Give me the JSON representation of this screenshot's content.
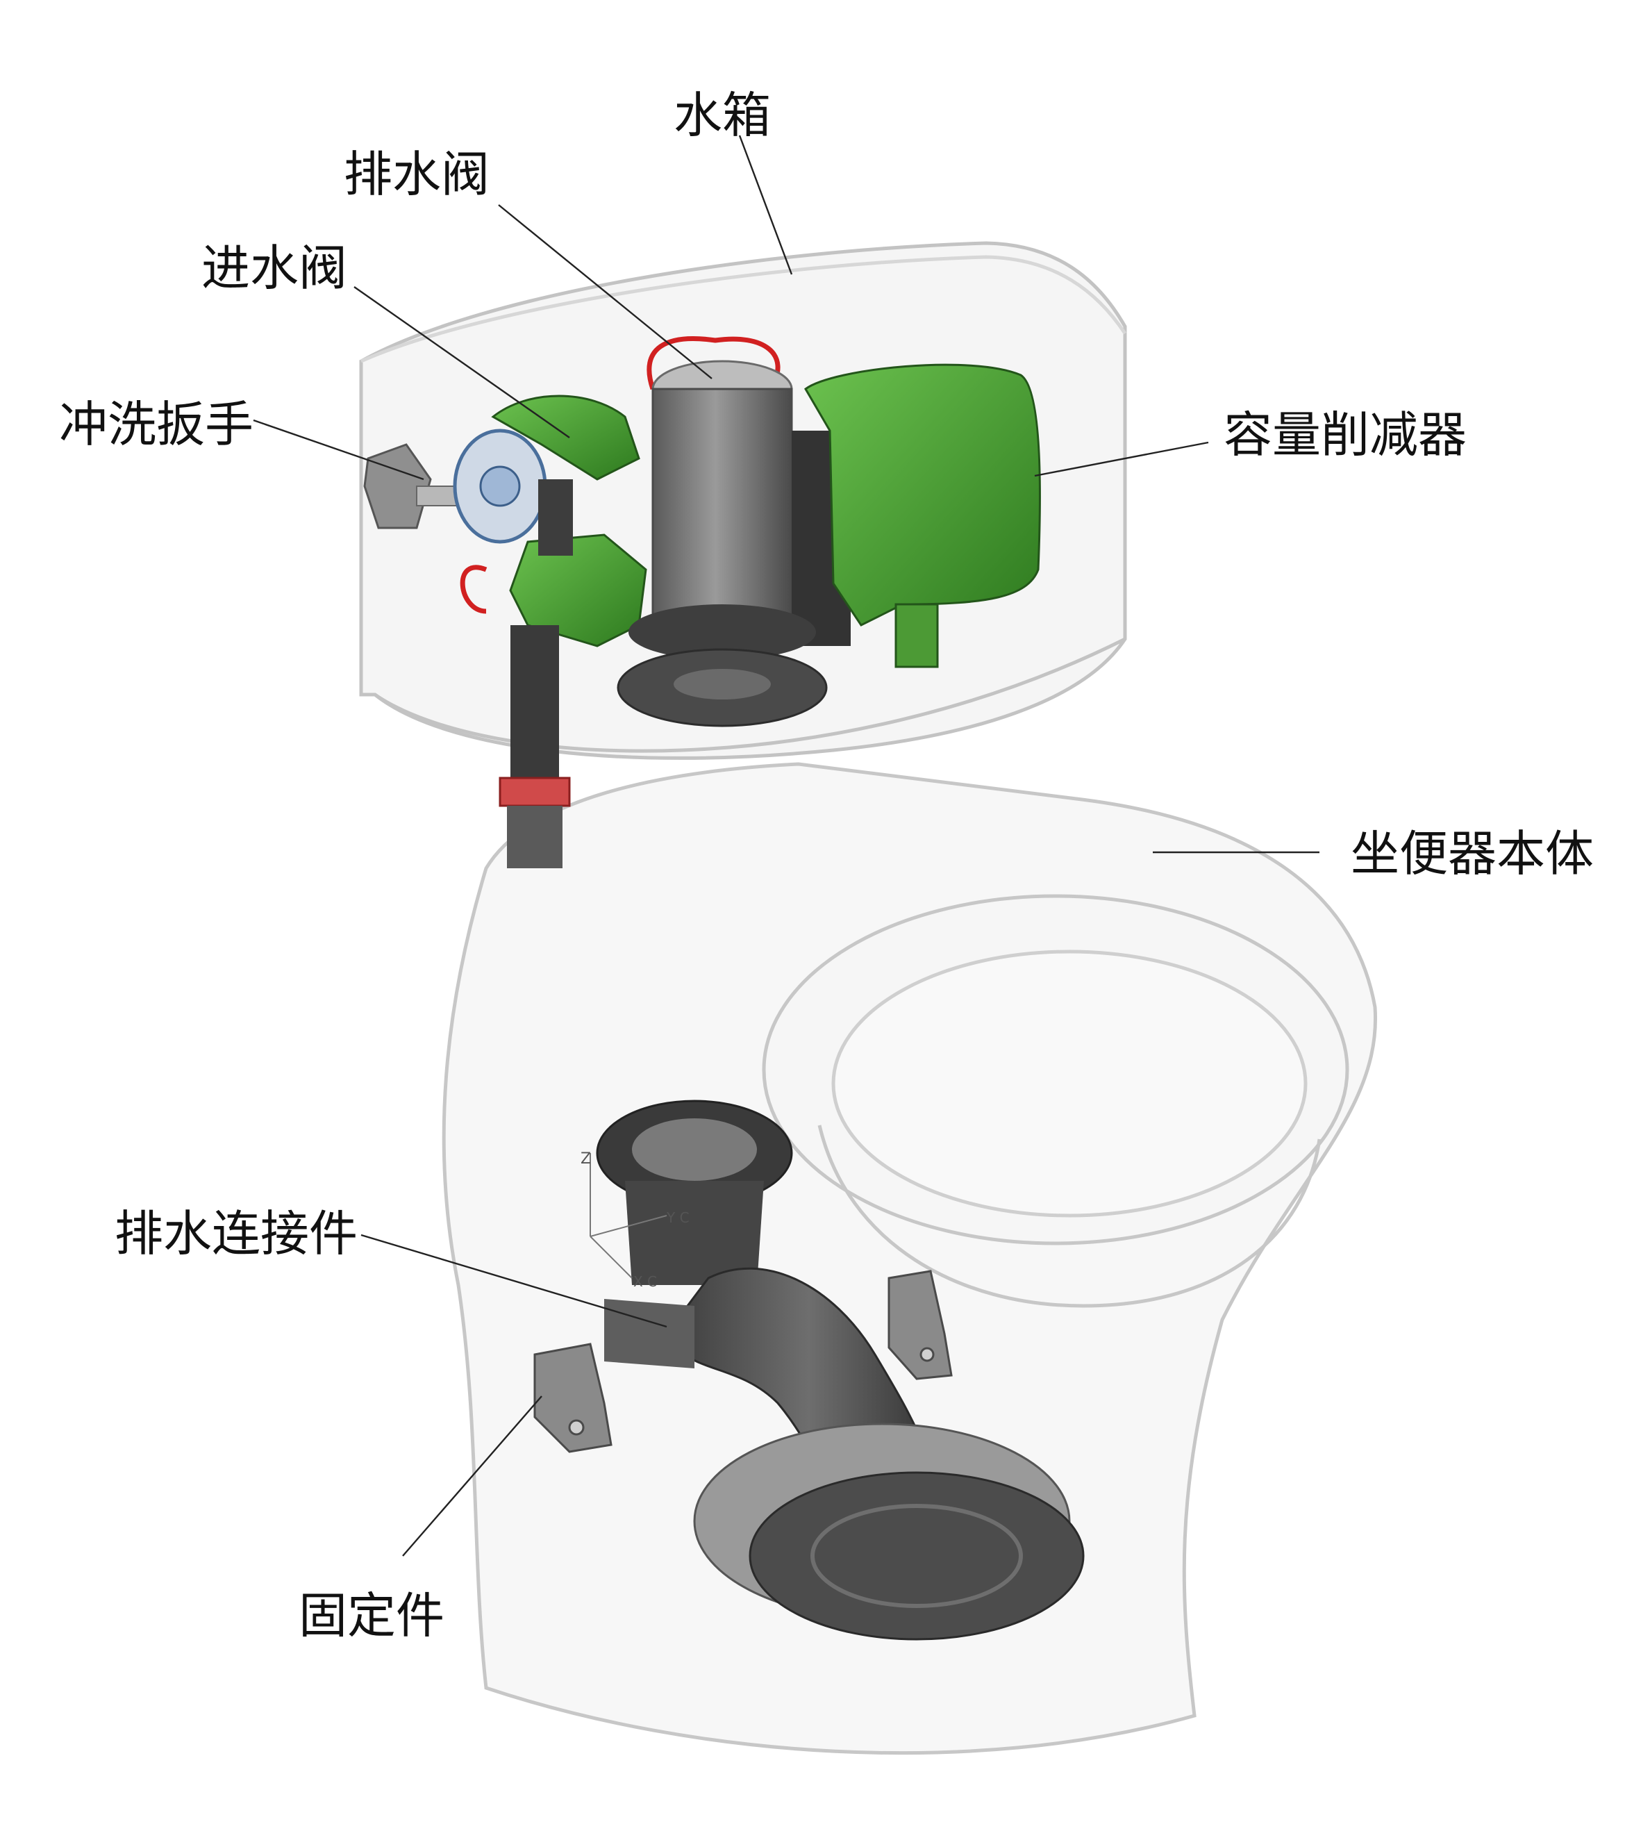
{
  "labels": {
    "tank": "水箱",
    "flush_valve": "排水阀",
    "fill_valve": "进水阀",
    "flush_lever": "冲洗扳手",
    "volume_reducer": "容量削减器",
    "toilet_body": "坐便器本体",
    "drain_connector": "排水连接件",
    "fixing_part": "固定件"
  },
  "axis_marks": {
    "z": "Z",
    "y": "Y C",
    "x": "X C"
  },
  "colors": {
    "green_part": "#3f9a2c",
    "dark_part": "#3a3a3a",
    "gray_part": "#8c8c8c",
    "ceramic_outline": "#c9c9c9",
    "ceramic_fill": "#eeeeee",
    "red_wire": "#d12020",
    "text": "#111111"
  }
}
